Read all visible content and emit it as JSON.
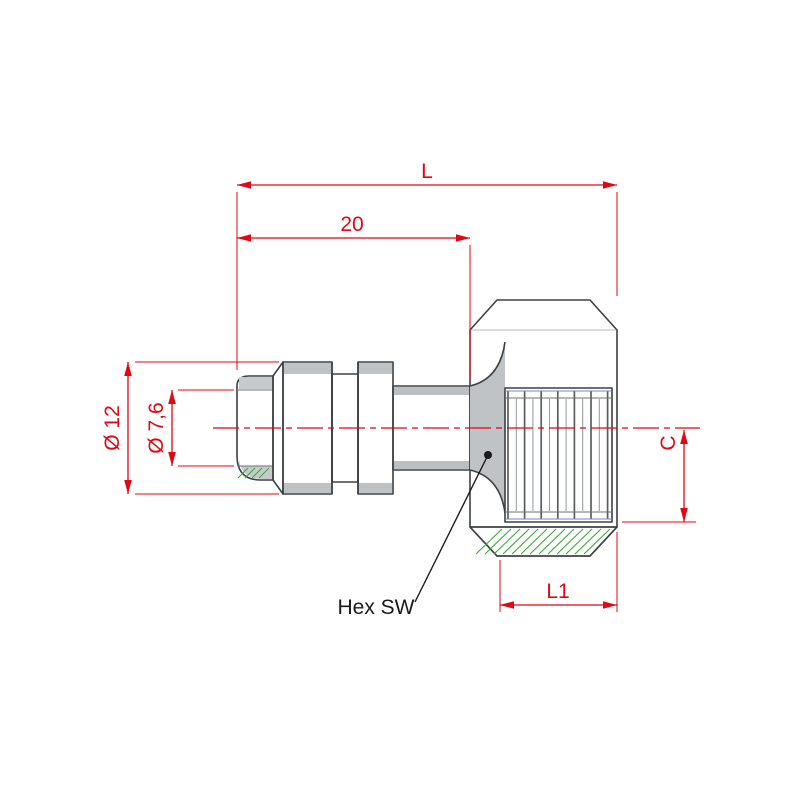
{
  "drawing": {
    "dimensions": {
      "overall_length": {
        "label": "L"
      },
      "plug_length": {
        "label": "20"
      },
      "outer_diameter": {
        "label": "Ø 12"
      },
      "tip_diameter": {
        "label": "Ø 7,6"
      },
      "thread_size": {
        "label": "C"
      },
      "hex_length": {
        "label": "L1"
      }
    },
    "callouts": {
      "hex_width": {
        "label": "Hex SW"
      }
    },
    "colors": {
      "dimension_red": "#e30613",
      "outline_gray": "#3c4043",
      "body_gray": "#d0d3d5",
      "hatch_green": "#3aaa35",
      "background": "#ffffff"
    }
  }
}
